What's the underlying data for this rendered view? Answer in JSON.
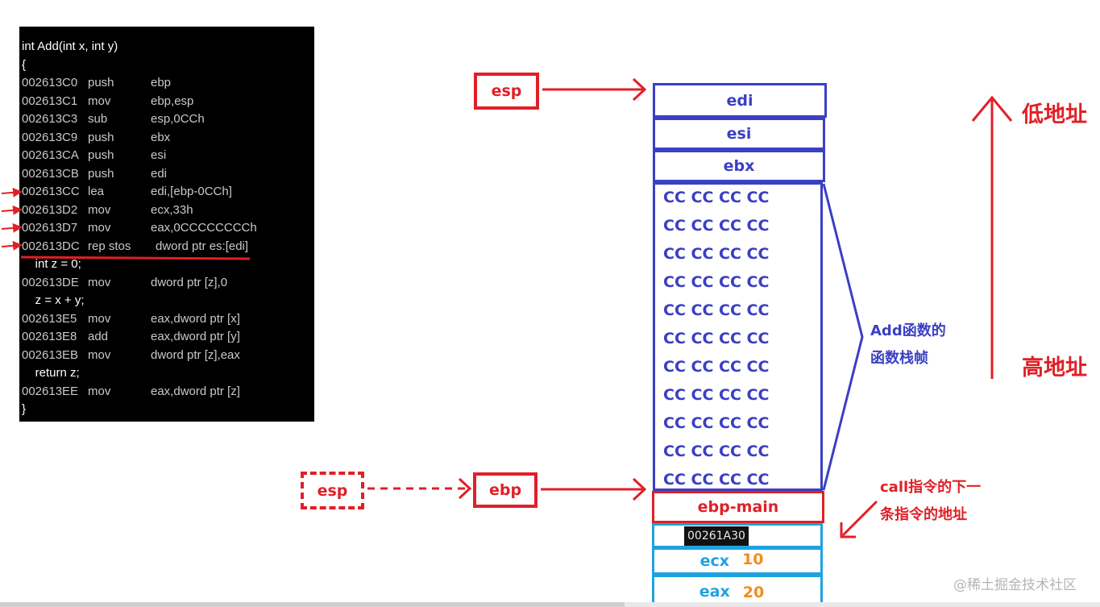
{
  "code": {
    "lines": [
      {
        "kind": "src",
        "text": "int Add(int x, int y)"
      },
      {
        "kind": "src",
        "text": "{"
      },
      {
        "kind": "asm",
        "addr": "002613C0",
        "op": "push",
        "args": "ebp"
      },
      {
        "kind": "asm",
        "addr": "002613C1",
        "op": "mov",
        "args": "ebp,esp"
      },
      {
        "kind": "asm",
        "addr": "002613C3",
        "op": "sub",
        "args": "esp,0CCh"
      },
      {
        "kind": "asm",
        "addr": "002613C9",
        "op": "push",
        "args": "ebx"
      },
      {
        "kind": "asm",
        "addr": "002613CA",
        "op": "push",
        "args": "esi"
      },
      {
        "kind": "asm",
        "addr": "002613CB",
        "op": "push",
        "args": "edi"
      },
      {
        "kind": "asm",
        "addr": "002613CC",
        "op": "lea",
        "args": "edi,[ebp-0CCh]"
      },
      {
        "kind": "asm",
        "addr": "002613D2",
        "op": "mov",
        "args": "ecx,33h"
      },
      {
        "kind": "asm",
        "addr": "002613D7",
        "op": "mov",
        "args": "eax,0CCCCCCCCh"
      },
      {
        "kind": "asm",
        "addr": "002613DC",
        "op": "rep stos",
        "args": "dword ptr es:[edi]"
      },
      {
        "kind": "src",
        "text": "    int z = 0;"
      },
      {
        "kind": "asm",
        "addr": "002613DE",
        "op": "mov",
        "args": "dword ptr [z],0"
      },
      {
        "kind": "src",
        "text": "    z = x + y;"
      },
      {
        "kind": "asm",
        "addr": "002613E5",
        "op": "mov",
        "args": "eax,dword ptr [x]"
      },
      {
        "kind": "asm",
        "addr": "002613E8",
        "op": "add",
        "args": "eax,dword ptr [y]"
      },
      {
        "kind": "asm",
        "addr": "002613EB",
        "op": "mov",
        "args": "dword ptr [z],eax"
      },
      {
        "kind": "src",
        "text": "    return z;"
      },
      {
        "kind": "asm",
        "addr": "002613EE",
        "op": "mov",
        "args": "eax,dword ptr [z]"
      },
      {
        "kind": "src",
        "text": "}"
      }
    ]
  },
  "stack": {
    "edi": "edi",
    "esi": "esi",
    "ebx": "ebx",
    "cc_row": "CC CC CC CC",
    "cc_count": 11,
    "ebp_main": "ebp-main",
    "return_addr": "00261A30",
    "ecx_name": "ecx",
    "ecx_value": "10",
    "eax_name": "eax",
    "eax_value": "20"
  },
  "labels": {
    "esp_top": "esp",
    "esp_dashed": "esp",
    "ebp": "ebp",
    "frame_note_line1": "Add函数的",
    "frame_note_line2": "函数栈帧",
    "call_note_line1": "call指令的下一",
    "call_note_line2": "条指令的地址",
    "low_addr": "低地址",
    "high_addr": "高地址",
    "watermark": "@稀土掘金技术社区"
  },
  "colors": {
    "red": "#e02027",
    "blue": "#3b3fc4",
    "cyan": "#1ea3e0",
    "orange": "#f28c1f"
  }
}
